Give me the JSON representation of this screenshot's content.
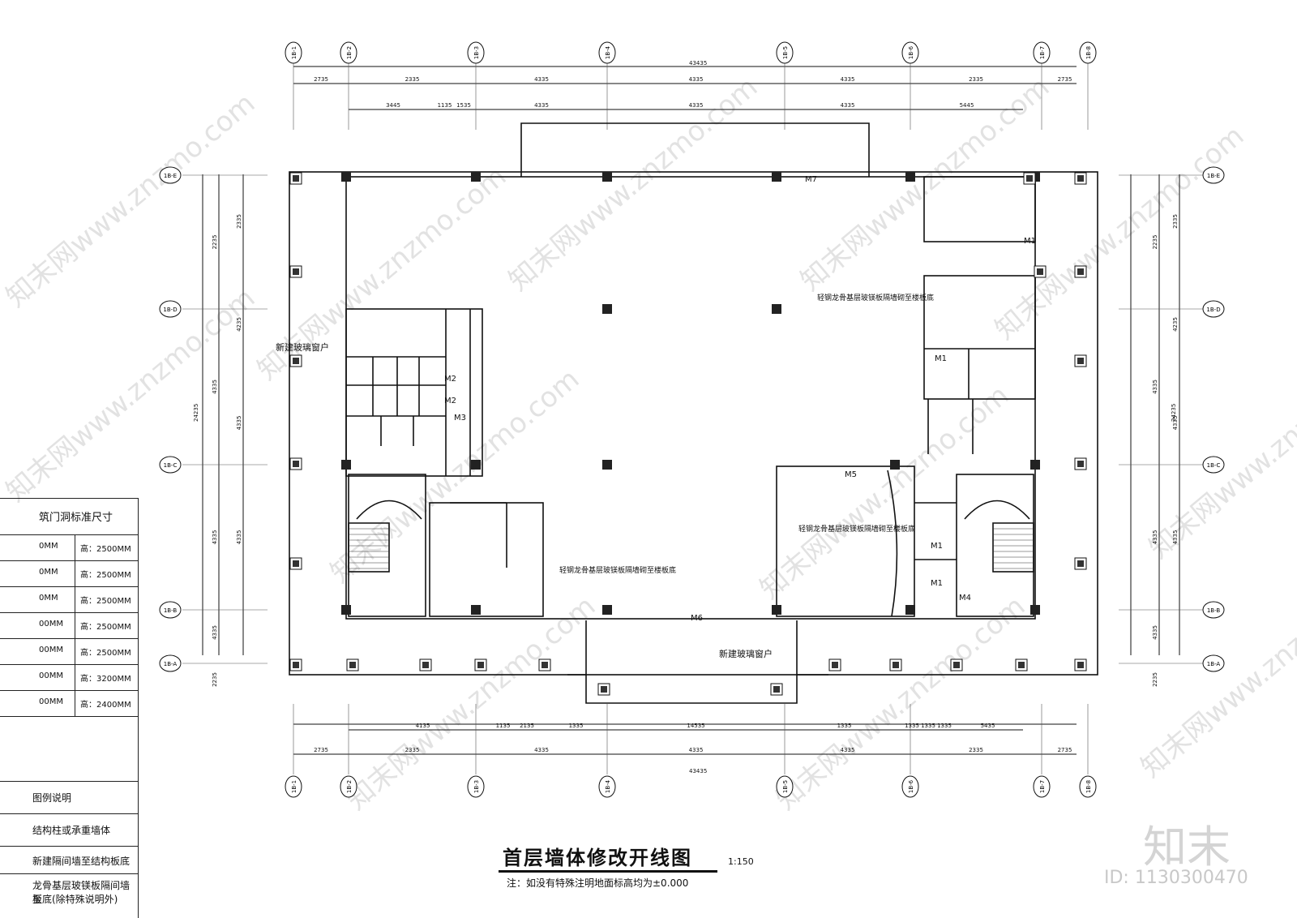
{
  "sheet": {
    "title": "首层墙体修改开线图",
    "scale": "1:150",
    "note": "注：如没有特殊注明地面标高均为±0.000"
  },
  "grid_axes": {
    "columns": [
      "1B-1",
      "1B-2",
      "1B-3",
      "1B-4",
      "1B-5",
      "1B-6",
      "1B-7",
      "1B-8"
    ],
    "rows": [
      "1B-E",
      "1B-D",
      "1B-C",
      "1B-B",
      "1B-A"
    ]
  },
  "dimensions": {
    "overall_width": "43435",
    "overall_height": "24235",
    "top_outer": [
      "2735",
      "2335",
      "4335",
      "4335",
      "4335",
      "2335",
      "2735"
    ],
    "top_inner": [
      "3445",
      "1135",
      "1535",
      "4335",
      "4335",
      "4335",
      "5445"
    ],
    "side_outer": [
      "2235",
      "4335",
      "4335",
      "4335",
      "2235"
    ],
    "side_inner": [
      "2335",
      "4235",
      "4335",
      "4335"
    ],
    "bottom_inner": [
      "4135",
      "1135",
      "2135",
      "1335",
      "14535",
      "1335",
      "1335",
      "1335",
      "1335",
      "5435"
    ],
    "bottom_outer": [
      "2735",
      "2335",
      "4335",
      "4335",
      "4335",
      "2335",
      "2735"
    ]
  },
  "labels": {
    "new_glass_window": "新建玻璃窗户",
    "light_steel_partition": "轻钢龙骨基层玻镁板隔墙砌至楼板底",
    "doors": [
      "M1",
      "M2",
      "M3",
      "M4",
      "M5",
      "M6",
      "M7"
    ]
  },
  "legend": {
    "header": "筑门洞标准尺寸",
    "rows": [
      {
        "w": "0MM",
        "h": "高：2500MM"
      },
      {
        "w": "0MM",
        "h": "高：2500MM"
      },
      {
        "w": "0MM",
        "h": "高：2500MM"
      },
      {
        "w": "00MM",
        "h": "高：2500MM"
      },
      {
        "w": "00MM",
        "h": "高：2500MM"
      },
      {
        "w": "00MM",
        "h": "高：3200MM"
      },
      {
        "w": "00MM",
        "h": "高：2400MM"
      }
    ],
    "section_title": "图例说明",
    "items": [
      "结构柱或承重墙体",
      "新建隔间墙至结构板底",
      "龙骨基层玻镁板隔间墙至",
      "板底(除特殊说明外)"
    ]
  },
  "watermark": {
    "logo": "知末",
    "id": "ID: 1130300470",
    "repeat_text": "知末网www.znzmo.com"
  }
}
